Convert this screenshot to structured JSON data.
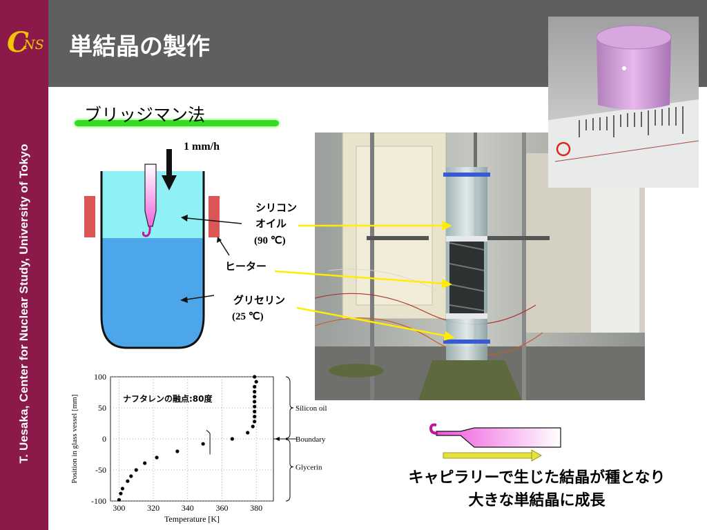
{
  "sidebar": {
    "logo_letter": "C",
    "logo_sub": "NS",
    "vertical_caption": "T. Uesaka, Center for Nuclear Study, University of Tokyo"
  },
  "header": {
    "title": "単結晶の製作"
  },
  "method": {
    "title": "ブリッジマン法"
  },
  "schematic": {
    "speed_label": "1 mm/h",
    "silicone_label_line1": "シリコン",
    "silicone_label_line2": "オイル",
    "silicone_temp": "(90 ℃)",
    "heater_label": "ヒーター",
    "glycerin_label": "グリセリン",
    "glycerin_temp": "(25 ℃)",
    "colors": {
      "oil": "#8ff0f5",
      "glycerin": "#4ea6ea",
      "heater": "#dc5656",
      "capillary": "#ee66dd"
    }
  },
  "chart_data": {
    "type": "scatter",
    "title": "",
    "xlabel": "Temperature [K]",
    "ylabel": "Position in glass vessel [mm]",
    "xlim": [
      295,
      390
    ],
    "ylim": [
      -100,
      100
    ],
    "xticks": [
      300,
      320,
      340,
      360,
      380
    ],
    "yticks": [
      100,
      50,
      0,
      -50,
      -100
    ],
    "grid": true,
    "annotation": "ナフタレンの融点:80度",
    "region_labels": [
      "Silicon oil",
      "Boundary",
      "Glycerin"
    ],
    "series": [
      {
        "points": [
          [
            300,
            -98
          ],
          [
            301,
            -88
          ],
          [
            302,
            -80
          ],
          [
            305,
            -68
          ],
          [
            307,
            -60
          ],
          [
            310,
            -50
          ],
          [
            315,
            -39
          ],
          [
            322,
            -30
          ],
          [
            334,
            -20
          ],
          [
            349,
            -8
          ],
          [
            366,
            0
          ],
          [
            375,
            10
          ],
          [
            378,
            20
          ],
          [
            379,
            28
          ],
          [
            379,
            36
          ],
          [
            379,
            44
          ],
          [
            379,
            52
          ],
          [
            379,
            60
          ],
          [
            379,
            68
          ],
          [
            379,
            76
          ],
          [
            379,
            84
          ],
          [
            380,
            92
          ],
          [
            379,
            100
          ]
        ]
      }
    ]
  },
  "caption": {
    "line1": "キャピラリーで生じた結晶が種となり",
    "line2": "大きな単結晶に成長"
  }
}
